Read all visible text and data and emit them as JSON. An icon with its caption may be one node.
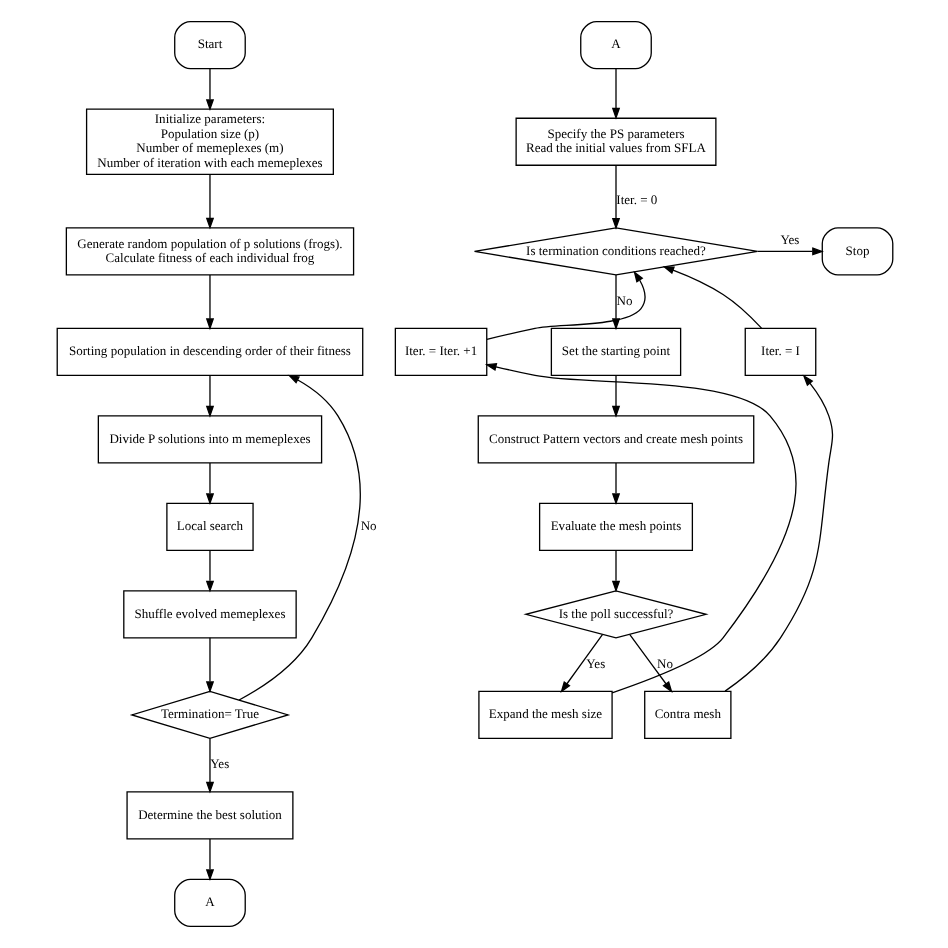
{
  "diagram": {
    "nodes": [
      {
        "text": [
          "Start"
        ]
      },
      {
        "text": [
          "Initialize parameters:",
          "Population size (p)",
          "Number of memeplexes (m)",
          "Number of iteration with each memeplexes"
        ]
      },
      {
        "text": [
          "Generate random population of p solutions (frogs).",
          "Calculate fitness of each individual frog"
        ]
      },
      {
        "text": [
          "Sorting population in descending order of their fitness"
        ]
      },
      {
        "text": [
          "Divide P solutions into m memeplexes"
        ]
      },
      {
        "text": [
          "Local search"
        ]
      },
      {
        "text": [
          "Shuffle evolved memeplexes"
        ]
      },
      {
        "text": [
          "Termination= True"
        ]
      },
      {
        "text": [
          "Determine the best solution"
        ]
      },
      {
        "text": [
          "A"
        ]
      },
      {
        "text": [
          "A"
        ]
      },
      {
        "text": [
          "Specify the PS parameters",
          "Read the initial values from SFLA"
        ]
      },
      {
        "text": [
          "Is termination conditions reached?"
        ]
      },
      {
        "text": [
          "Stop"
        ]
      },
      {
        "text": [
          "Set the starting point"
        ]
      },
      {
        "text": [
          "Construct Pattern vectors and create mesh points"
        ]
      },
      {
        "text": [
          "Evaluate the mesh points"
        ]
      },
      {
        "text": [
          "Is the poll successful?"
        ]
      },
      {
        "text": [
          "Expand the mesh size"
        ]
      },
      {
        "text": [
          "Contra mesh"
        ]
      },
      {
        "text": [
          "Iter. = Iter. +1"
        ]
      },
      {
        "text": [
          "Iter. = I"
        ]
      }
    ],
    "edges": [
      {
        "from": 0,
        "to": 1,
        "arrow": "to"
      },
      {
        "from": 1,
        "to": 2,
        "arrow": "to"
      },
      {
        "from": 2,
        "to": 3,
        "arrow": "to"
      },
      {
        "from": 3,
        "to": 4,
        "arrow": "to"
      },
      {
        "from": 4,
        "to": 5,
        "arrow": "to"
      },
      {
        "from": 5,
        "to": 6,
        "arrow": "to"
      },
      {
        "from": 6,
        "to": 7,
        "arrow": "to"
      },
      {
        "from": 7,
        "to": 3,
        "arrow": "to",
        "label": "No"
      },
      {
        "from": 7,
        "to": 8,
        "arrow": "to",
        "label": "Yes"
      },
      {
        "from": 8,
        "to": 9,
        "arrow": "to"
      },
      {
        "from": 10,
        "to": 11,
        "arrow": "to"
      },
      {
        "from": 11,
        "to": 12,
        "arrow": "to",
        "label": "Iter. = 0"
      },
      {
        "from": 12,
        "to": 13,
        "arrow": "to",
        "label": "Yes"
      },
      {
        "from": 12,
        "to": 14,
        "arrow": "to",
        "label": "No"
      },
      {
        "from": 14,
        "to": 15,
        "arrow": "to"
      },
      {
        "from": 15,
        "to": 16,
        "arrow": "to"
      },
      {
        "from": 16,
        "to": 17,
        "arrow": "to"
      },
      {
        "from": 17,
        "to": 18,
        "arrow": "to",
        "label": "Yes"
      },
      {
        "from": 17,
        "to": 19,
        "arrow": "to",
        "label": "No"
      },
      {
        "from": 18,
        "to": 20,
        "arrow": "to"
      },
      {
        "from": 20,
        "to": 12,
        "arrow": "to"
      },
      {
        "from": 19,
        "to": 21,
        "arrow": "to"
      },
      {
        "from": 21,
        "to": 12,
        "arrow": "to"
      }
    ]
  }
}
